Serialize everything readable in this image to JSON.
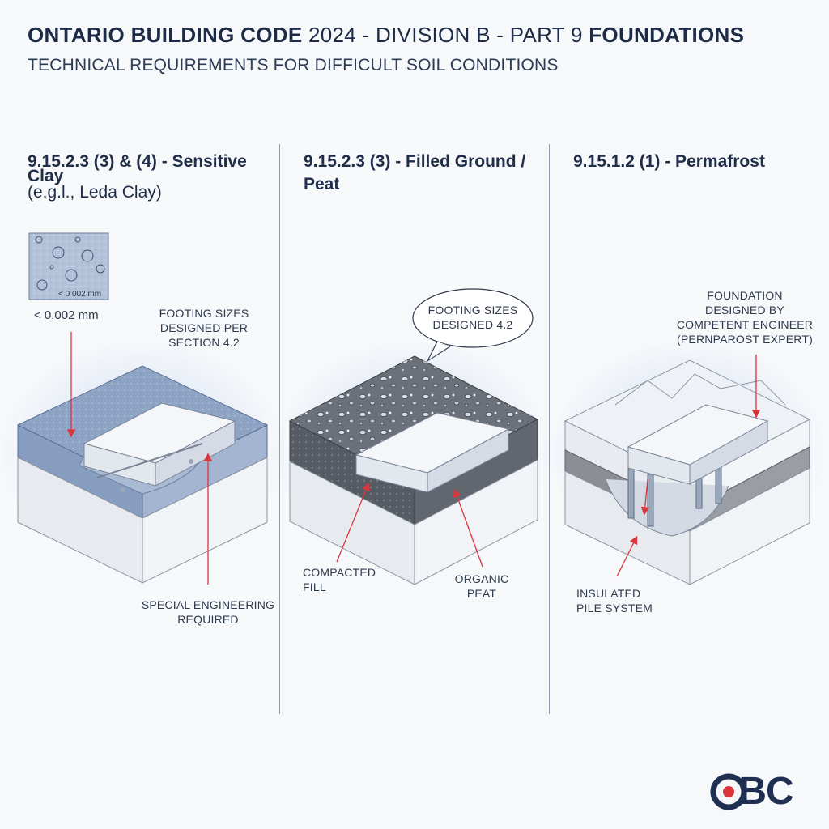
{
  "header": {
    "title_bold_1": "ONTARIO BUILDING CODE",
    "title_light": " 2024 - DIVISION B - PART 9 ",
    "title_bold_2": "FOUNDATIONS",
    "subtitle": "TECHNICAL REQUIREMENTS FOR DIFFICULT SOIL CONDITIONS"
  },
  "columns": [
    {
      "title_line1": "9.15.2.3 (3) & (4) - Sensitive",
      "title_line2": "Clay",
      "title_line3": "(e.g.l., Leda Clay)",
      "inset_label": "< 0 002 mm",
      "particle_size": "< 0.002 mm",
      "callout_top": [
        "FOOTING SIZES",
        "DESIGNED PER",
        "SECTION 4.2"
      ],
      "callout_bottom": [
        "SPECIAL ENGINEERING",
        "REQUIRED"
      ]
    },
    {
      "title_line1": "9.15.2.3 (3) - Filled Ground /",
      "title_line2": "Peat",
      "bubble": [
        "FOOTING SIZES",
        "DESIGNED 4.2"
      ],
      "label_left": [
        "COMPACTED",
        "FILL"
      ],
      "label_right": [
        "ORGANIC",
        "PEAT"
      ]
    },
    {
      "title_line1": "9.15.1.2 (1) - Permafrost",
      "callout_top": [
        "FOUNDATION",
        "DESIGNED BY",
        "COMPETENT ENGINEER",
        "(PERNPAROST EXPERT)"
      ],
      "callout_bottom": [
        "INSULATED",
        "PILE SYSTEM"
      ]
    }
  ],
  "logo": {
    "text": "OBC"
  },
  "colors": {
    "navy": "#1d2b47",
    "arrow_red": "#d9363e",
    "clay_blue": "#8ea4c4",
    "fill_dark": "#5b6068",
    "frost_grey": "#8b8f95"
  }
}
